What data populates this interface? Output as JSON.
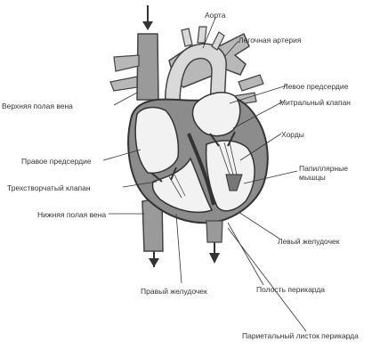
{
  "diagram": {
    "labels": {
      "aorta": "Аорта",
      "pulmonary_artery": "Легочная артерия",
      "superior_vena_cava": "Верхняя полая вена",
      "left_atrium": "Левое предсердие",
      "mitral_valve": "Митральный клапан",
      "chordae": "Хорды",
      "right_atrium": "Правое предсердие",
      "papillary_muscles": "Папиллярные мышцы",
      "tricuspid_valve": "Трехстворчатый клапан",
      "inferior_vena_cava": "Нижняя полая вена",
      "left_ventricle": "Левый желудочек",
      "right_ventricle": "Правый желудочек",
      "pericardial_cavity": "Полость перикарда",
      "parietal_pericardium": "Париетальный листок перикарда"
    }
  }
}
